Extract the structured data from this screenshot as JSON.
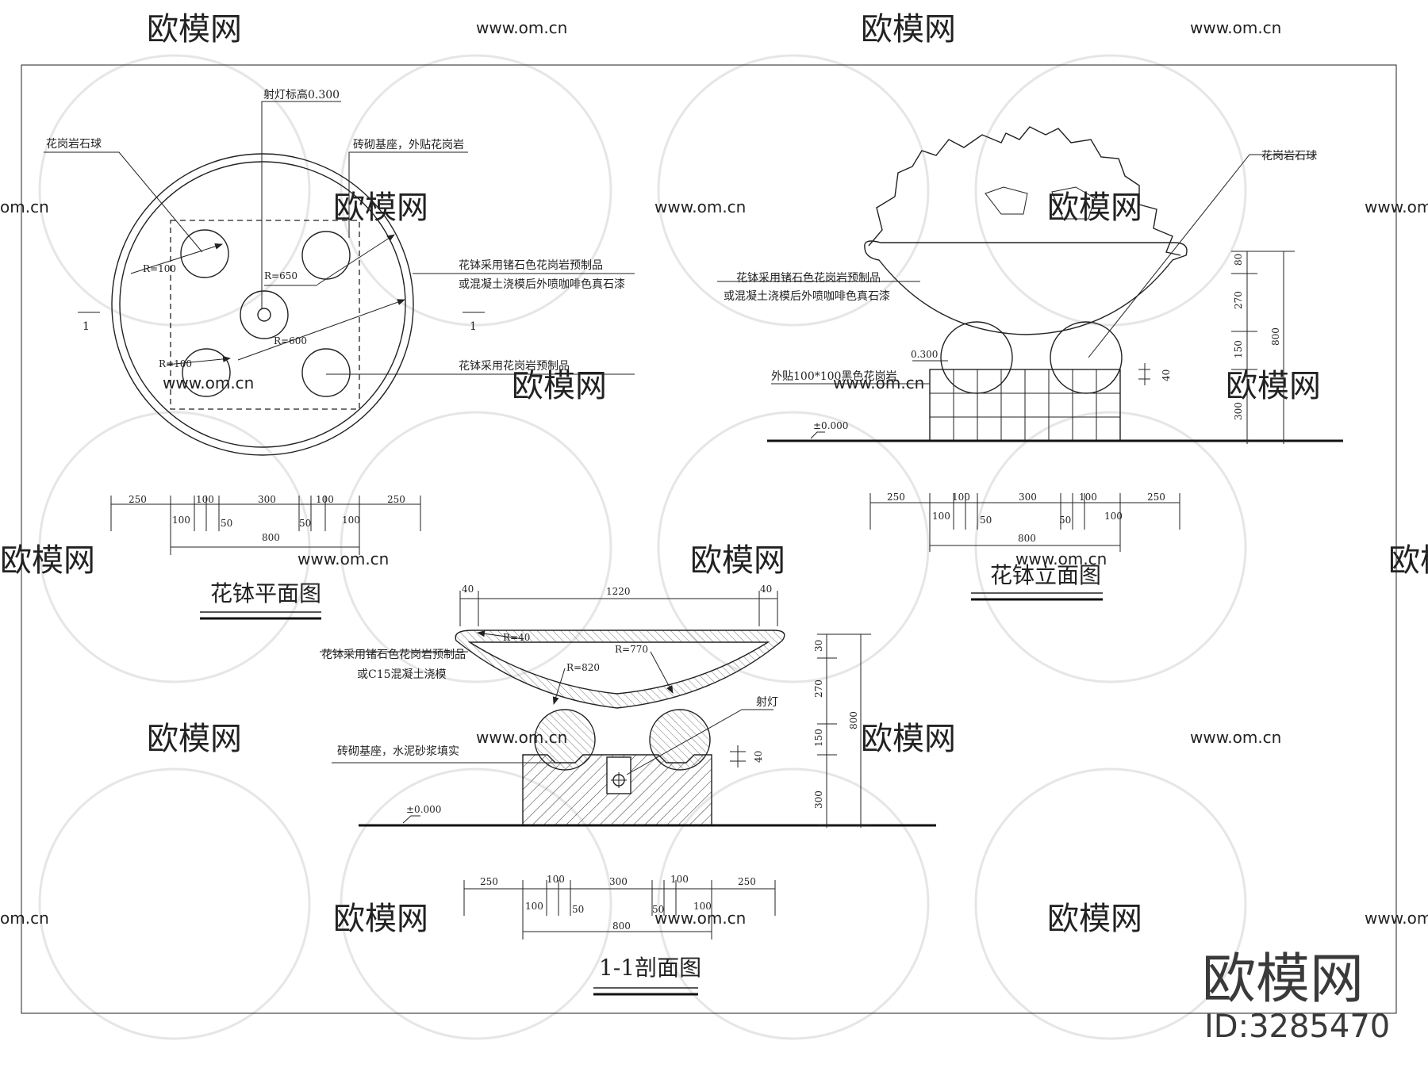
{
  "plan": {
    "notes": {
      "spot_light": "射灯标高0.300",
      "granite_ball": "花岗岩石球",
      "brick_base": "砖砌基座，外贴花岗岩",
      "bowl_material_1": "花钵采用锗石色花岗岩预制品",
      "bowl_material_2": "或混凝土浇模后外喷咖啡色真石漆",
      "bowl_granite": "花钵采用花岗岩预制品"
    },
    "radius": {
      "r100_a": "R=100",
      "r650": "R=650",
      "r600": "R=600",
      "r100_b": "R=100"
    },
    "section_mark": "1",
    "dims_top": [
      "250",
      "100",
      "300",
      "100",
      "250"
    ],
    "dims_bottom": [
      "100",
      "50",
      "50",
      "100"
    ],
    "dim_total": "800",
    "title": "花钵平面图"
  },
  "elevation": {
    "notes": {
      "granite_ball": "花岗岩石球",
      "bowl_material_1": "花钵采用锗石色花岗岩预制品",
      "bowl_material_2": "或混凝土浇模后外喷咖啡色真石漆",
      "cladding": "外贴100*100黑色花岗岩"
    },
    "levels": {
      "top": "0.300",
      "ground": "±0.000"
    },
    "vdims": [
      "80",
      "270",
      "150",
      "300"
    ],
    "vtotal": "800",
    "gap": "40",
    "dims_top": [
      "250",
      "100",
      "300",
      "100",
      "250"
    ],
    "dims_bottom": [
      "100",
      "50",
      "50",
      "100"
    ],
    "dim_total": "800",
    "title": "花钵立面图"
  },
  "section": {
    "notes": {
      "bowl_1": "花钵采用锗石色花岗岩预制品",
      "bowl_2": "或C15混凝土浇模",
      "light": "射灯",
      "base": "砖砌基座，水泥砂浆填实"
    },
    "radius": {
      "r40": "R=40",
      "r820": "R=820",
      "r770": "R=770"
    },
    "top_dims": [
      "40",
      "1220",
      "40"
    ],
    "levels": {
      "ground": "±0.000"
    },
    "vdims": [
      "30",
      "270",
      "150",
      "300"
    ],
    "vtotal": "800",
    "gap": "40",
    "dims_top": [
      "250",
      "100",
      "300",
      "100",
      "250"
    ],
    "dims_bottom": [
      "100",
      "50",
      "50",
      "100"
    ],
    "dim_total": "800",
    "title": "1-1剖面图"
  },
  "watermark": {
    "brand": "欧模网",
    "url": "www.om.cn",
    "url_short": "om.cn",
    "id": "ID:3285470"
  }
}
